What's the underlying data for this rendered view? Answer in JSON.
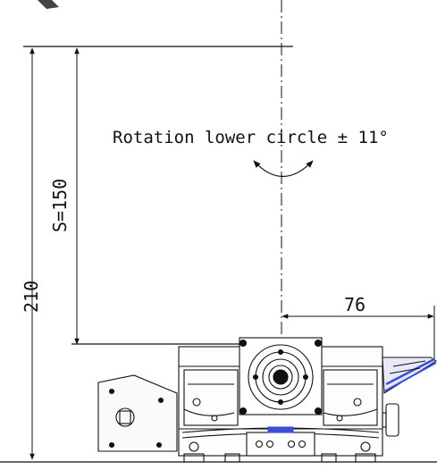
{
  "annotation": {
    "rotation_label": "Rotation lower circle ± 11°"
  },
  "dimensions": {
    "stroke": "S=150",
    "total_height": "210",
    "offset": "76"
  },
  "colors": {
    "line": "#111111",
    "accent_blue": "#3a4fd8"
  }
}
